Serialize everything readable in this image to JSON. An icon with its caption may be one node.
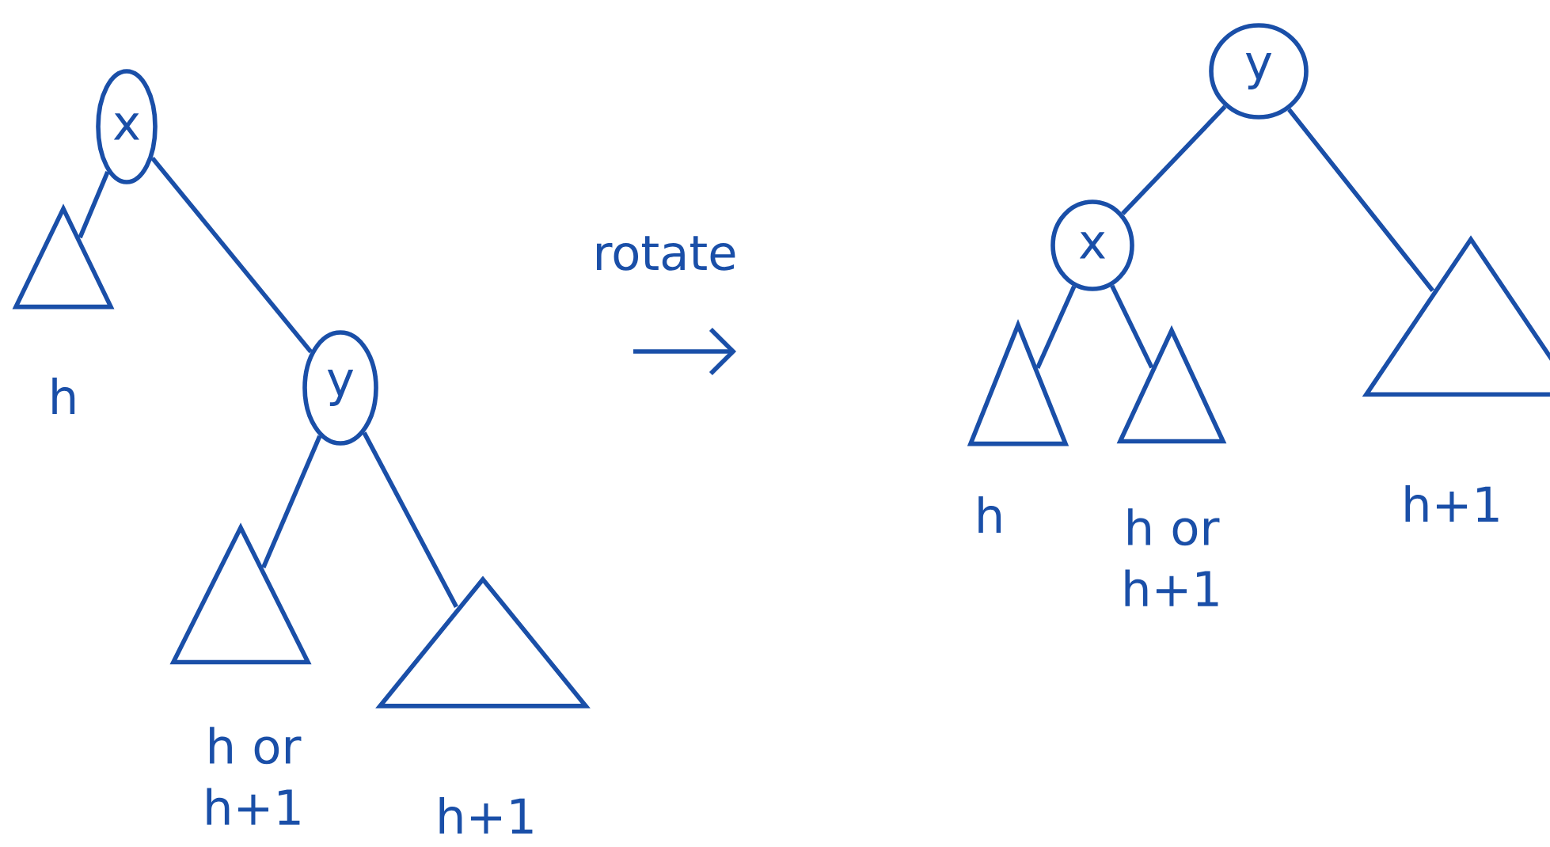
{
  "diagram": {
    "nodes": [
      {
        "text": [
          "x"
        ]
      },
      {
        "text": [],
        "shape": "triangle",
        "beside": [
          "h"
        ]
      },
      {
        "text": [
          "y"
        ]
      },
      {
        "text": [],
        "shape": "triangle",
        "beside": [
          "h or h+1"
        ]
      },
      {
        "text": [],
        "shape": "triangle",
        "beside": [
          "h+1"
        ]
      },
      {
        "text": [
          "y"
        ]
      },
      {
        "text": [
          "x"
        ]
      },
      {
        "text": [],
        "shape": "triangle",
        "beside": [
          "h"
        ]
      },
      {
        "text": [],
        "shape": "triangle",
        "beside": [
          "h or h+1"
        ]
      },
      {
        "text": [],
        "shape": "triangle",
        "beside": [
          "h+1"
        ]
      }
    ],
    "edges": [
      {
        "from": 0,
        "to": 1,
        "arrow": "none"
      },
      {
        "from": 0,
        "to": 2,
        "arrow": "none"
      },
      {
        "from": 2,
        "to": 3,
        "arrow": "none"
      },
      {
        "from": 2,
        "to": 4,
        "arrow": "none"
      },
      {
        "from": 5,
        "to": 6,
        "arrow": "none"
      },
      {
        "from": 5,
        "to": 9,
        "arrow": "none"
      },
      {
        "from": 6,
        "to": 7,
        "arrow": "none"
      },
      {
        "from": 6,
        "to": 8,
        "arrow": "none"
      }
    ],
    "labels": [
      "rotate"
    ]
  }
}
